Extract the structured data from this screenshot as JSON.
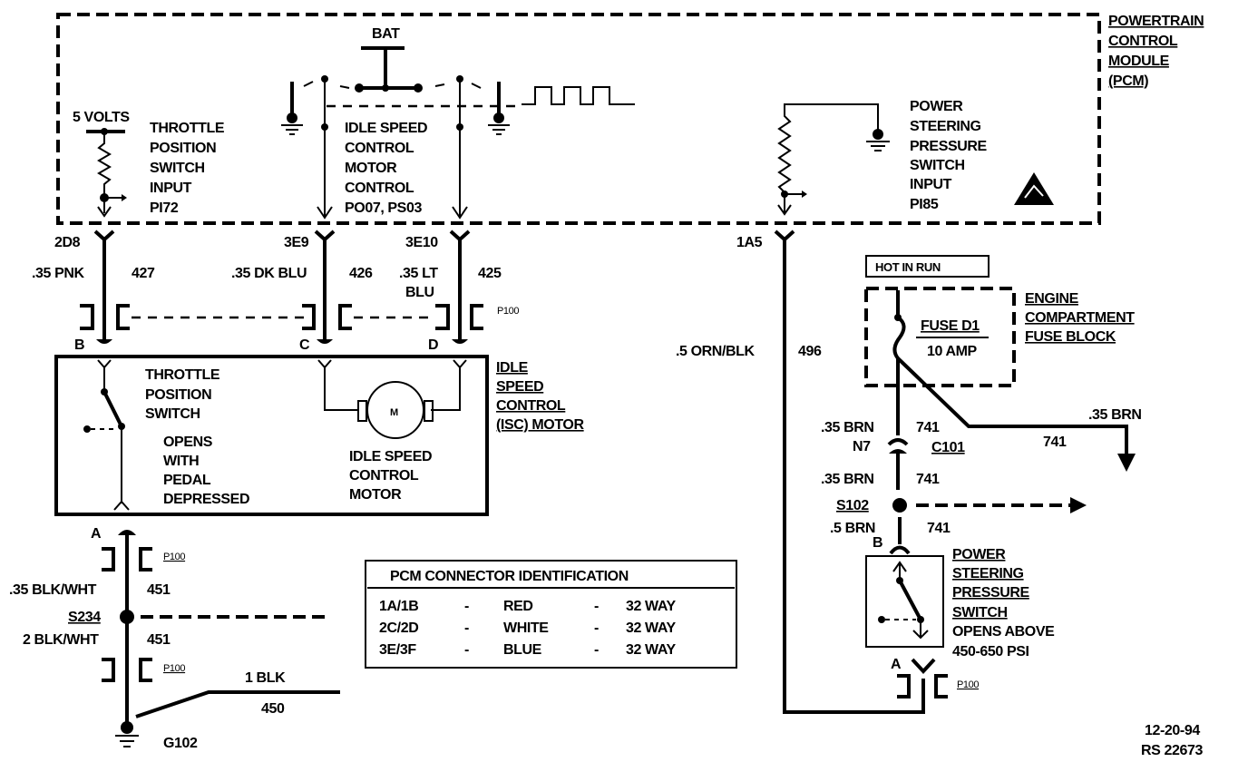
{
  "pcm": {
    "title": [
      "POWERTRAIN",
      "CONTROL",
      "MODULE",
      "(PCM)"
    ],
    "bat": "BAT",
    "five_volts": "5 VOLTS",
    "tps_input": [
      "THROTTLE",
      "POSITION",
      "SWITCH",
      "INPUT",
      "PI72"
    ],
    "isc_control": [
      "IDLE SPEED",
      "CONTROL",
      "MOTOR",
      "CONTROL",
      "PO07, PS03"
    ],
    "ps_input": [
      "POWER",
      "STEERING",
      "PRESSURE",
      "SWITCH",
      "INPUT",
      "PI85"
    ]
  },
  "pins": {
    "p1": "2D8",
    "p2": "3E9",
    "p3": "3E10",
    "p4": "1A5"
  },
  "wires": {
    "w1_color": ".35 PNK",
    "w1_num": "427",
    "w2_color": ".35 DK BLU",
    "w2_num": "426",
    "w3_color1": ".35 LT",
    "w3_color2": "BLU",
    "w3_num": "425",
    "w4_color": ".5 ORN/BLK",
    "w4_num": "496",
    "g1_color": ".35 BLK/WHT",
    "g1_num": "451",
    "g2_color": "2 BLK/WHT",
    "g2_num": "451",
    "g3_color": "1 BLK",
    "g3_num": "450",
    "b1_color": ".35 BRN",
    "b1_num": "741",
    "b2_color": ".35 BRN",
    "b2_num": "741",
    "b3_color": ".35 BRN",
    "b3_num": "741",
    "b4_color": ".5 BRN",
    "b4_num": "741"
  },
  "connectors": {
    "p100": "P100",
    "b": "B",
    "c": "C",
    "d": "D",
    "a": "A",
    "ps_b": "B",
    "ps_a": "A",
    "n7": "N7",
    "c101": "C101"
  },
  "splices": {
    "s234": "S234",
    "s102": "S102",
    "g102": "G102"
  },
  "isc": {
    "title": [
      "IDLE",
      "SPEED",
      "CONTROL",
      "(ISC) MOTOR"
    ],
    "tps": [
      "THROTTLE",
      "POSITION",
      "SWITCH"
    ],
    "tps_note": [
      "OPENS",
      "WITH",
      "PEDAL",
      "DEPRESSED"
    ],
    "motor_symbol": "M",
    "motor": [
      "IDLE SPEED",
      "CONTROL",
      "MOTOR"
    ]
  },
  "fuse": {
    "hot": "HOT IN RUN",
    "name": "FUSE D1",
    "rating": "10 AMP",
    "block": [
      "ENGINE",
      "COMPARTMENT",
      "FUSE BLOCK"
    ]
  },
  "ps_switch": {
    "title": [
      "POWER",
      "STEERING",
      "PRESSURE",
      "SWITCH"
    ],
    "note": [
      "OPENS ABOVE",
      "450-650 PSI"
    ]
  },
  "connector_table": {
    "title": "PCM CONNECTOR IDENTIFICATION",
    "rows": [
      {
        "pins": "1A/1B",
        "sep": "-",
        "color": "RED",
        "sep2": "-",
        "size": "32 WAY"
      },
      {
        "pins": "2C/2D",
        "sep": "-",
        "color": "WHITE",
        "sep2": "-",
        "size": "32 WAY"
      },
      {
        "pins": "3E/3F",
        "sep": "-",
        "color": "BLUE",
        "sep2": "-",
        "size": "32 WAY"
      }
    ]
  },
  "footer": {
    "date": "12-20-94",
    "ref": "RS 22673"
  },
  "icons": [
    "ground-icon",
    "resistor-icon",
    "esd-warning-icon",
    "motor-icon",
    "switch-icon",
    "fuse-icon"
  ]
}
